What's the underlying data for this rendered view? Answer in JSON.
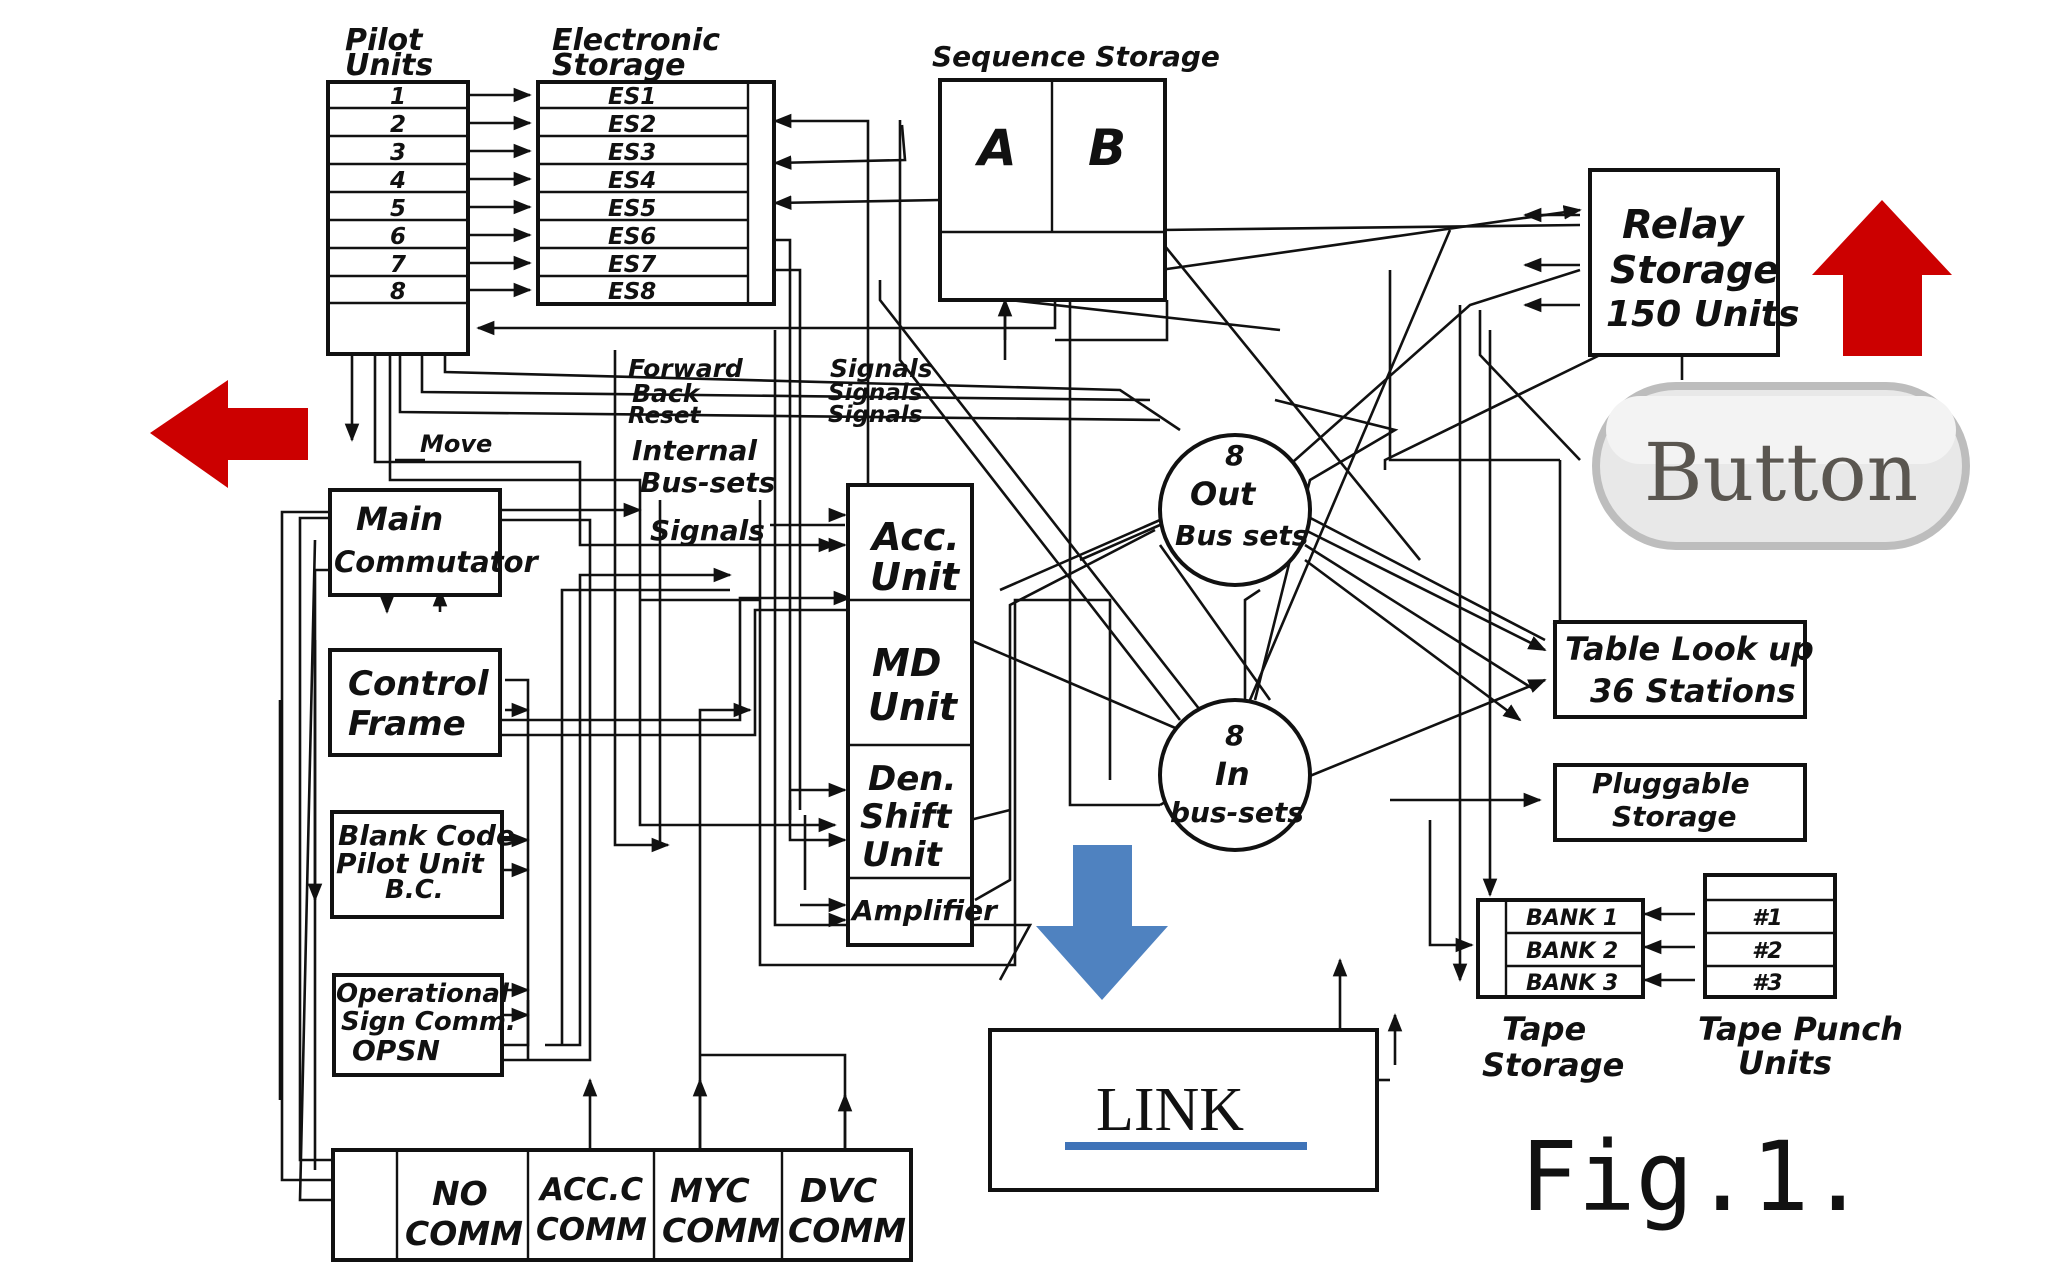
{
  "colors": {
    "ink": "#111111",
    "red_arrow": "#cc0000",
    "blue_arrow": "#4f82c0",
    "link_text": "#3f73b8",
    "button_bg": "#e8e8e8",
    "button_border": "#bdbdbd"
  },
  "icons": {
    "left_arrow": "red-left-arrow-icon",
    "up_arrow": "red-up-arrow-icon",
    "down_arrow": "blue-down-arrow-icon"
  },
  "pilot_units": {
    "title_line1": "Pilot",
    "title_line2": "Units",
    "rows": [
      "1",
      "2",
      "3",
      "4",
      "5",
      "6",
      "7",
      "8"
    ]
  },
  "electronic_storage": {
    "title_line1": "Electronic",
    "title_line2": "Storage",
    "rows": [
      "ES1",
      "ES2",
      "ES3",
      "ES4",
      "ES5",
      "ES6",
      "ES7",
      "ES8"
    ]
  },
  "sequence_storage": {
    "title": "Sequence Storage",
    "a": "A",
    "b": "B"
  },
  "relay_storage": {
    "line1": "Relay",
    "line2": "Storage",
    "line3": "150 Units"
  },
  "button": {
    "label": "Button"
  },
  "link": {
    "label": "LINK"
  },
  "signal_labels": {
    "forward": "Forward",
    "back": "Back",
    "reset": "Reset",
    "signals1": "Signals",
    "signals2": "Signals",
    "signals3": "Signals",
    "move": "Move",
    "internal": "Internal",
    "bus_sets": "Bus-sets",
    "signals_main": "Signals"
  },
  "main_commutator": {
    "line1": "Main",
    "line2": "Commutator"
  },
  "control_frame": {
    "line1": "Control",
    "line2": "Frame"
  },
  "blank_code": {
    "line1": "Blank Code",
    "line2": "Pilot Unit",
    "line3": "B.C."
  },
  "operational_sign": {
    "line1": "Operational",
    "line2": "Sign Comm.",
    "line3": "OPSN"
  },
  "arith_units": {
    "acc_line1": "Acc.",
    "acc_line2": "Unit",
    "md_line1": "MD",
    "md_line2": "Unit",
    "den_line1": "Den.",
    "den_line2": "Shift",
    "den_line3": "Unit",
    "amplifier": "Amplifier"
  },
  "out_bus": {
    "line1": "8",
    "line2": "Out",
    "line3": "Bus sets"
  },
  "in_bus": {
    "line1": "8",
    "line2": "In",
    "line3": "bus-sets"
  },
  "table_lookup": {
    "line1": "Table Look up",
    "line2": "36 Stations"
  },
  "pluggable": {
    "line1": "Pluggable",
    "line2": "Storage"
  },
  "tape_storage": {
    "rows": [
      "BANK 1",
      "BANK 2",
      "BANK 3"
    ],
    "label_line1": "Tape",
    "label_line2": "Storage"
  },
  "tape_punch": {
    "rows": [
      "#1",
      "#2",
      "#3"
    ],
    "label_line1": "Tape Punch",
    "label_line2": "Units"
  },
  "comm_units": [
    {
      "line1": "NO",
      "line2": "COMM"
    },
    {
      "line1": "ACC.C",
      "line2": "COMM"
    },
    {
      "line1": "MYC",
      "line2": "COMM"
    },
    {
      "line1": "DVC",
      "line2": "COMM"
    }
  ],
  "figure_label": "Fig.1."
}
